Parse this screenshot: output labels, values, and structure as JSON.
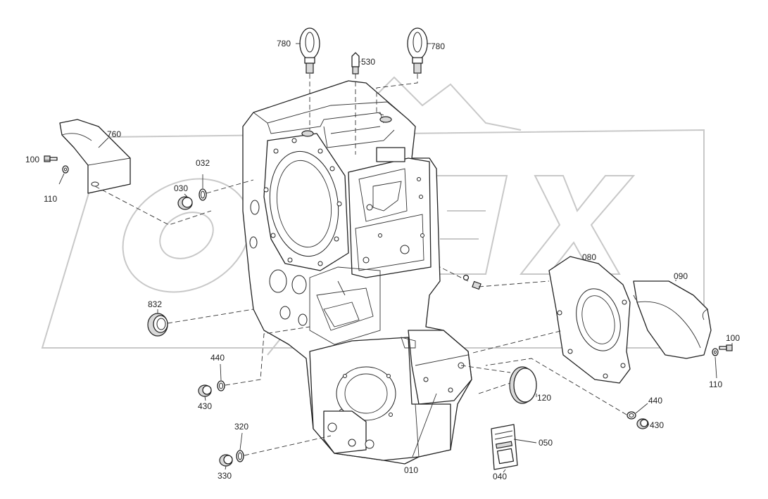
{
  "watermark": {
    "text": "OREX",
    "color": "#c8c8c8"
  },
  "colors": {
    "line": "#222222",
    "background": "#ffffff",
    "shade": "#d9d9d9"
  },
  "callouts": {
    "eye_bolt_left": "780",
    "eye_bolt_right": "780",
    "breather_valve": "530",
    "cover_760": "760",
    "screw_100_left": "100",
    "washer_110_left": "110",
    "o_ring_032": "032",
    "plug_030": "030",
    "seal_832": "832",
    "o_ring_440_left": "440",
    "plug_430_left": "430",
    "o_ring_320": "320",
    "plug_330": "330",
    "housing_010": "010",
    "type_plate_040": "040",
    "rivet_050": "050",
    "cap_120": "120",
    "cover_080": "080",
    "cover_090": "090",
    "screw_100_right": "100",
    "washer_110_right": "110",
    "o_ring_440_right": "440",
    "plug_430_right": "430"
  }
}
